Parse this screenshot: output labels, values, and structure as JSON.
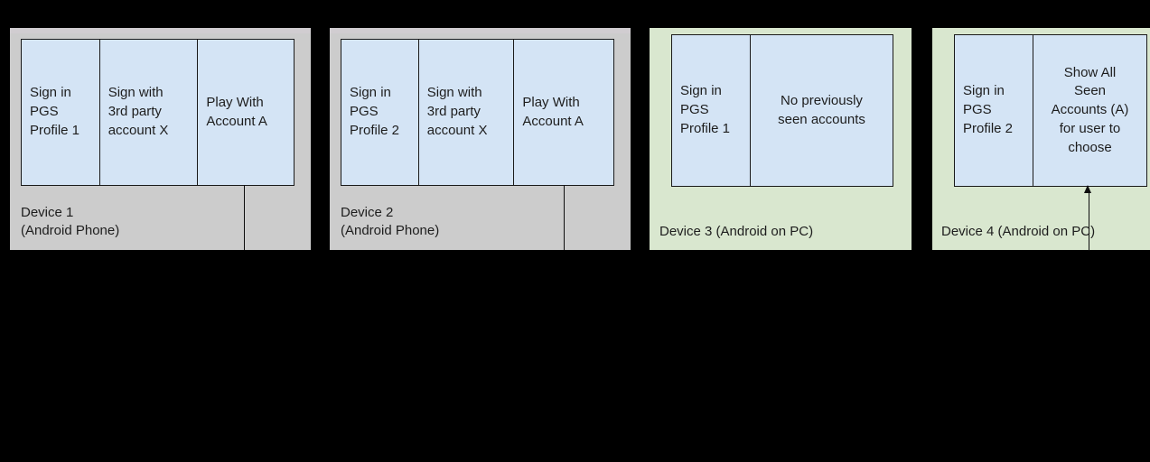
{
  "diagram": {
    "background_color": "#000000",
    "panel_gray_color": "#cccccc",
    "panel_green_color": "#d9e7cf",
    "box_fill_color": "#d4e4f5",
    "box_border_color": "#1a1a1a",
    "text_color": "#1d1d1d"
  },
  "devices": [
    {
      "id": "device-1",
      "label": "Device 1\n(Android Phone)",
      "panel_type": "android-phone",
      "boxes": [
        {
          "text": "Sign in\nPGS\nProfile 1",
          "align": "left"
        },
        {
          "text": "Sign with\n3rd party\naccount X",
          "align": "left"
        },
        {
          "text": "Play With\nAccount A",
          "align": "left"
        }
      ]
    },
    {
      "id": "device-2",
      "label": "Device 2\n(Android Phone)",
      "panel_type": "android-phone",
      "boxes": [
        {
          "text": "Sign in\nPGS\nProfile 2",
          "align": "left"
        },
        {
          "text": "Sign with\n3rd party\naccount X",
          "align": "left"
        },
        {
          "text": "Play With\nAccount A",
          "align": "left"
        }
      ]
    },
    {
      "id": "device-3",
      "label": "Device 3 (Android on PC)",
      "panel_type": "android-on-pc",
      "boxes": [
        {
          "text": "Sign in\nPGS\nProfile 1",
          "align": "left"
        },
        {
          "text": "No previously\nseen accounts",
          "align": "center"
        }
      ]
    },
    {
      "id": "device-4",
      "label": "Device 4 (Android on PC)",
      "panel_type": "android-on-pc",
      "boxes": [
        {
          "text": "Sign in\nPGS\nProfile 2",
          "align": "left"
        },
        {
          "text": "Show All\nSeen\nAccounts (A)\nfor user to\nchoose",
          "align": "center"
        }
      ]
    }
  ]
}
